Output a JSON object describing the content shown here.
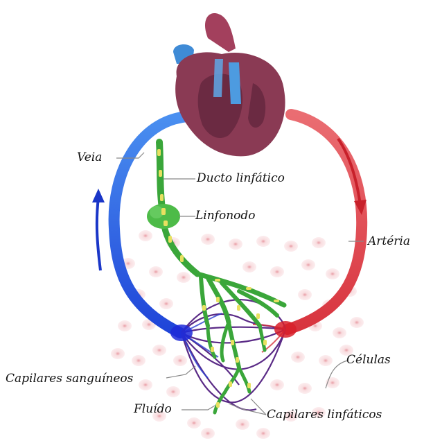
{
  "labels": {
    "veia": "Veia",
    "ducto_linfatico": "Ducto linfático",
    "linfonodo": "Linfonodo",
    "arteria": "Artéria",
    "celulas": "Células",
    "capilares_sanguineos": "Capilares sanguíneos",
    "fluido": "Fluído",
    "capilares_linfaticos": "Capilares linfáticos"
  },
  "colors": {
    "vein": "#2f6ee6",
    "artery": "#e0545e",
    "lymph": "#3aa63a",
    "lymph_dots": "#e8e060",
    "capillary": "#5a2a86",
    "cells": "#f3c9cc",
    "heart": "#8a3a54",
    "arrow_blue": "#1a36c8",
    "arrow_red": "#c8202a"
  },
  "icons": {
    "heart": "heart-icon",
    "up_arrow": "arrow-up-icon",
    "down_arrow": "arrow-down-icon"
  }
}
